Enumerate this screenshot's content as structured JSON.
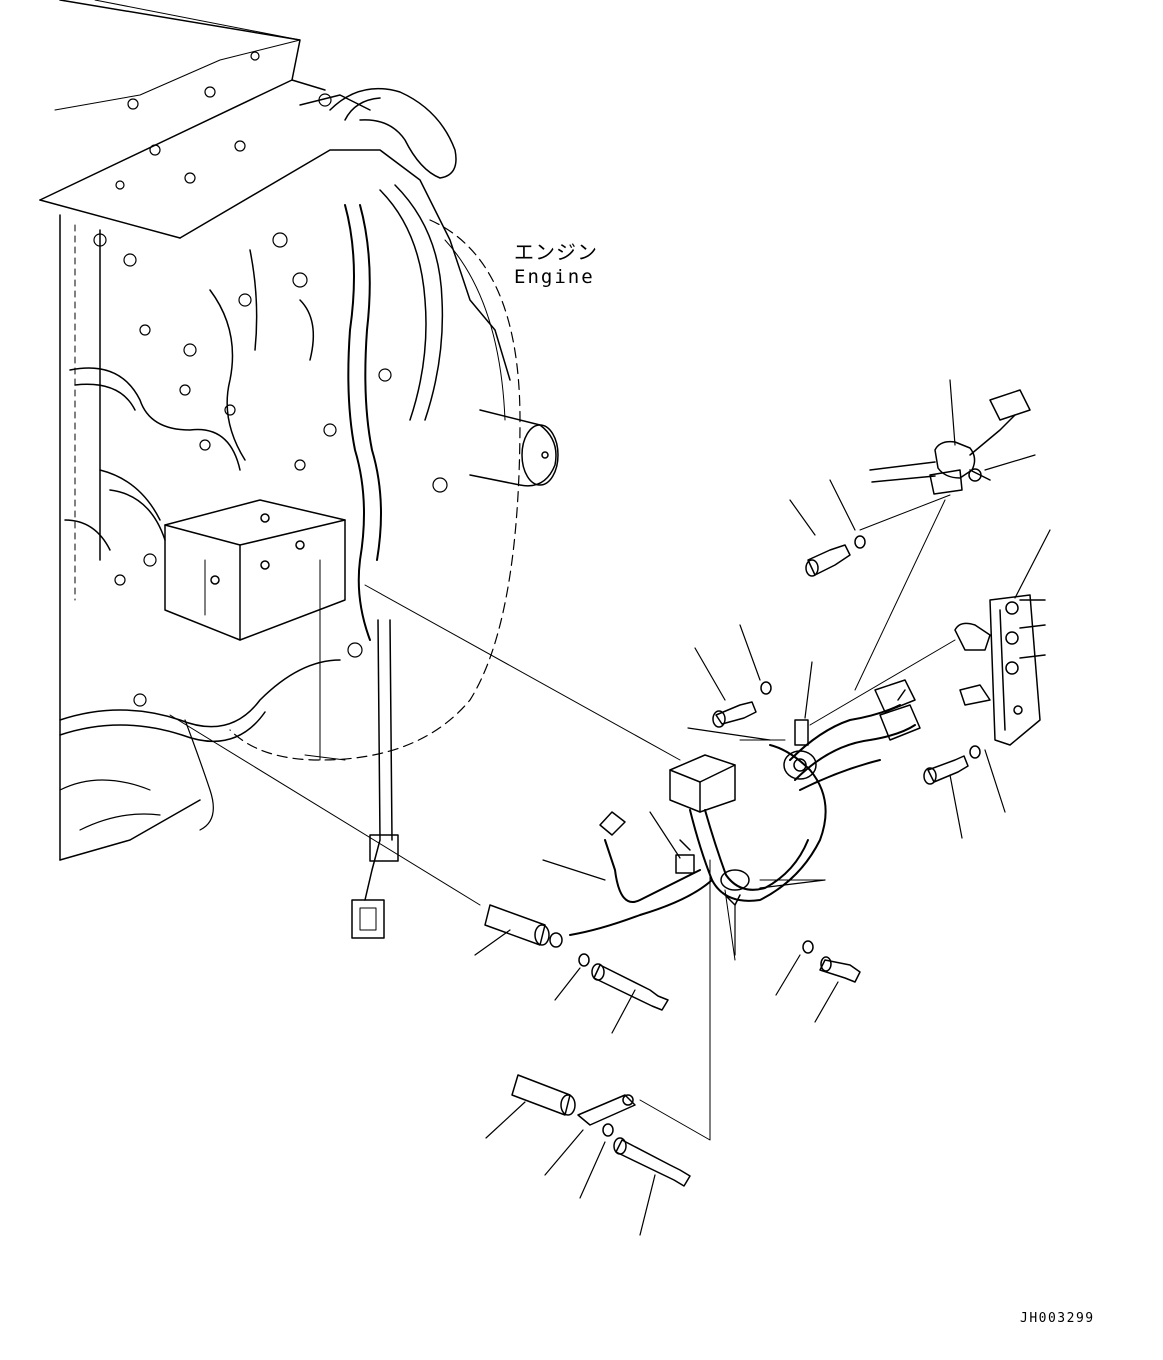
{
  "labels": {
    "engine_jp": "エンジン",
    "engine_en": "Engine",
    "reference": "JH003299"
  },
  "colors": {
    "line": "#000000",
    "background": "#ffffff"
  }
}
